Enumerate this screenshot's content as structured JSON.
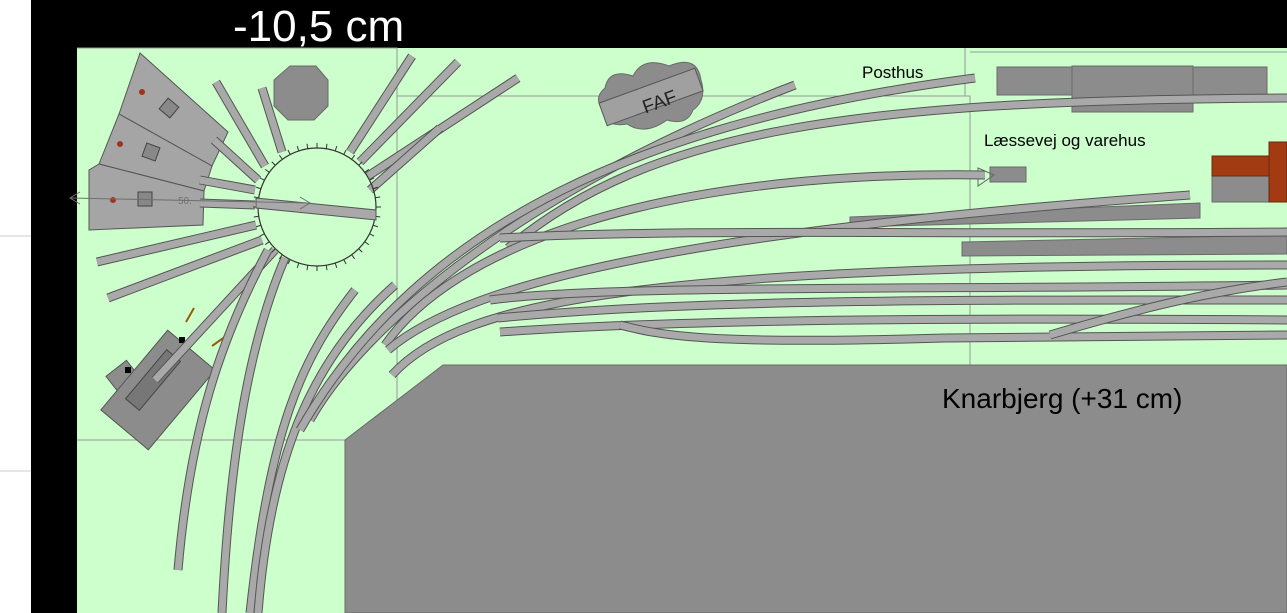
{
  "header": {
    "elevation_label": "-10,5 cm"
  },
  "labels": {
    "post_office": "Posthus",
    "loading_road": "Læssevej og varehus",
    "faf": "FAF",
    "station": "Knarbjerg (+31 cm)",
    "measure": "50."
  },
  "colors": {
    "baseboard": "#ccffcc",
    "track": "#a9a9a9",
    "track_edge": "#555555",
    "building": "#8c8c8c",
    "header_bg": "#000000",
    "header_text": "#ffffff",
    "roof_red": "#a23a12"
  }
}
